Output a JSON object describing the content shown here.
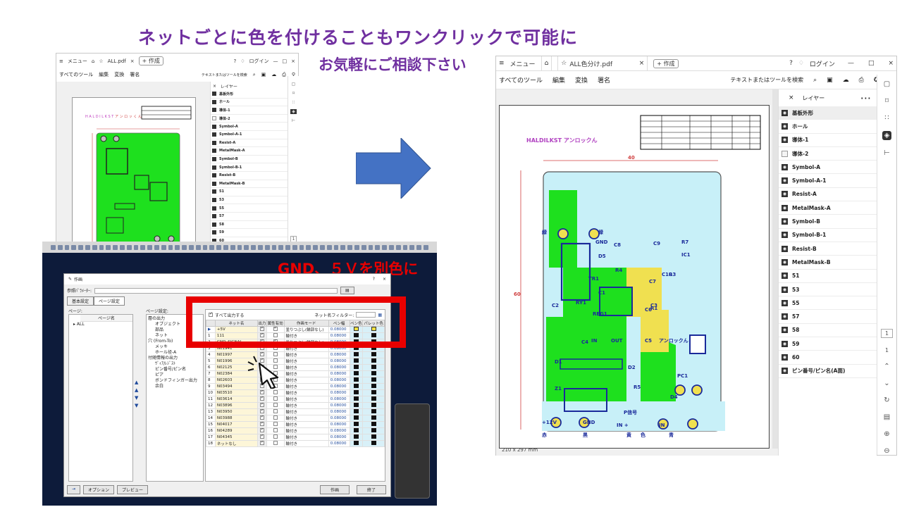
{
  "headline": "ネットごとに色を付けることもワンクリックで可能に",
  "subheadline": "お気軽にご相談下さい",
  "callout": "GND、５Ｖを別色に",
  "acrobat_small": {
    "menu": "メニュー",
    "filename": "ALL.pdf",
    "create": "作成",
    "login": "ログイン",
    "tools": [
      "すべてのツール",
      "編集",
      "変換",
      "署名"
    ],
    "search": "テキストまたはツールを検索",
    "panel_title": "レイヤー",
    "page_num": "1",
    "layers": [
      "基板外形",
      "ホール",
      "導体-1",
      "導体-2",
      "Symbol-A",
      "Symbol-A-1",
      "Resist-A",
      "MetalMask-A",
      "Symbol-B",
      "Symbol-B-1",
      "Resist-B",
      "MetalMask-B",
      "51",
      "53",
      "55",
      "57",
      "58",
      "59",
      "60"
    ]
  },
  "acrobat_big": {
    "menu": "メニュー",
    "filename": "ALL色分け.pdf",
    "create": "作成",
    "login": "ログイン",
    "tools": [
      "すべてのツール",
      "編集",
      "変換",
      "署名"
    ],
    "search": "テキストまたはツールを検索",
    "panel_title": "レイヤー",
    "page_size": "210 x 297 mm",
    "page_current": "1",
    "page_total": "1",
    "layers": [
      {
        "name": "基板外形",
        "visible": true
      },
      {
        "name": "ホール",
        "visible": true
      },
      {
        "name": "導体-1",
        "visible": true
      },
      {
        "name": "導体-2",
        "visible": false
      },
      {
        "name": "Symbol-A",
        "visible": true
      },
      {
        "name": "Symbol-A-1",
        "visible": true
      },
      {
        "name": "Resist-A",
        "visible": true
      },
      {
        "name": "MetalMask-A",
        "visible": true
      },
      {
        "name": "Symbol-B",
        "visible": true
      },
      {
        "name": "Symbol-B-1",
        "visible": true
      },
      {
        "name": "Resist-B",
        "visible": true
      },
      {
        "name": "MetalMask-B",
        "visible": true
      },
      {
        "name": "51",
        "visible": true
      },
      {
        "name": "53",
        "visible": true
      },
      {
        "name": "55",
        "visible": true
      },
      {
        "name": "57",
        "visible": true
      },
      {
        "name": "58",
        "visible": true
      },
      {
        "name": "59",
        "visible": true
      },
      {
        "name": "60",
        "visible": true
      },
      {
        "name": "ピン番号/ピン名(A面)",
        "visible": true
      }
    ],
    "pcb": {
      "silk_title": "HALDILKST アンロックん",
      "dim_width": "40",
      "dim_height": "60",
      "labels": [
        "緑",
        "緑",
        "GND",
        "赤",
        "黒",
        "黄",
        "色",
        "青",
        "+12V",
        "GND",
        "IN +",
        "IN -",
        "P信号",
        "RY1",
        "REG1",
        "IN",
        "OUT",
        "D1",
        "D2",
        "D4",
        "D5",
        "C1",
        "C2",
        "C3",
        "C4",
        "C5",
        "C6",
        "C7",
        "C8",
        "C9",
        "C10",
        "R1",
        "R3",
        "R4",
        "R5",
        "R7",
        "TR1",
        "IC1",
        "Z1",
        "PC1",
        "アンロックん"
      ]
    }
  },
  "dialog": {
    "title": "作画",
    "ref_label": "参照ﾊﾟﾗﾒｰﾀｰ:",
    "tabs": [
      "基本設定",
      "ページ設定"
    ],
    "pages_label": "ページ:",
    "page_col": "ページ名",
    "page_item": "ALL",
    "page_settings_label": "ページ設定:",
    "tree": [
      "層の出力",
      "オブジェクト",
      "部品",
      "ネット",
      "穴 (From-To)",
      "メッキ",
      "ホール径-A",
      "付随情報の出力",
      "ｳﾞｨｱ/ﾚｼﾞｽﾄ",
      "ピン番号/ピン名",
      "ピア",
      "ボンドフィンガー出力",
      "余白"
    ],
    "output_all": "すべて出力する",
    "net_filter": "ネット名フィルター:",
    "columns": [
      "",
      "ネット名",
      "出力",
      "属性有効",
      "作画モード",
      "ペン幅",
      "ペン色",
      "パレット色"
    ],
    "rows": [
      {
        "no": "",
        "net": "+5V",
        "mode": "塗りつぶし(輪郭なし)",
        "width": "0.08000",
        "pen": "yellow",
        "pal": "yellow",
        "attr": true
      },
      {
        "no": "1",
        "net": "111",
        "mode": "輪付き",
        "width": "0.08000",
        "pen": "black",
        "pal": "black",
        "attr": false
      },
      {
        "no": "2",
        "net": "GND_SIGNAL",
        "mode": "塗りつぶし(輪郭なし)",
        "width": "0.08000",
        "pen": "black",
        "pal": "black",
        "attr": true
      },
      {
        "no": "3",
        "net": "N01941",
        "mode": "輪付き",
        "width": "0.08000",
        "pen": "black",
        "pal": "black",
        "attr": false
      },
      {
        "no": "4",
        "net": "N01997",
        "mode": "輪付き",
        "width": "0.08000",
        "pen": "black",
        "pal": "black",
        "attr": false
      },
      {
        "no": "5",
        "net": "N01996",
        "mode": "輪付き",
        "width": "0.08000",
        "pen": "black",
        "pal": "black",
        "attr": false
      },
      {
        "no": "6",
        "net": "N02125",
        "mode": "輪付き",
        "width": "0.08000",
        "pen": "black",
        "pal": "black",
        "attr": false
      },
      {
        "no": "7",
        "net": "N02384",
        "mode": "輪付き",
        "width": "0.08000",
        "pen": "black",
        "pal": "black",
        "attr": false
      },
      {
        "no": "8",
        "net": "N02603",
        "mode": "輪付き",
        "width": "0.08000",
        "pen": "black",
        "pal": "black",
        "attr": false
      },
      {
        "no": "9",
        "net": "N03494",
        "mode": "輪付き",
        "width": "0.08000",
        "pen": "black",
        "pal": "black",
        "attr": false
      },
      {
        "no": "10",
        "net": "N03510",
        "mode": "輪付き",
        "width": "0.08000",
        "pen": "black",
        "pal": "black",
        "attr": false
      },
      {
        "no": "11",
        "net": "N03614",
        "mode": "輪付き",
        "width": "0.08000",
        "pen": "black",
        "pal": "black",
        "attr": false
      },
      {
        "no": "12",
        "net": "N03896",
        "mode": "輪付き",
        "width": "0.08000",
        "pen": "black",
        "pal": "black",
        "attr": false
      },
      {
        "no": "13",
        "net": "N03950",
        "mode": "輪付き",
        "width": "0.08000",
        "pen": "black",
        "pal": "black",
        "attr": false
      },
      {
        "no": "14",
        "net": "N03988",
        "mode": "輪付き",
        "width": "0.08000",
        "pen": "black",
        "pal": "black",
        "attr": false
      },
      {
        "no": "15",
        "net": "N04017",
        "mode": "輪付き",
        "width": "0.08000",
        "pen": "black",
        "pal": "black",
        "attr": false
      },
      {
        "no": "16",
        "net": "N04289",
        "mode": "輪付き",
        "width": "0.08000",
        "pen": "black",
        "pal": "black",
        "attr": false
      },
      {
        "no": "17",
        "net": "N04345",
        "mode": "輪付き",
        "width": "0.08000",
        "pen": "black",
        "pal": "black",
        "attr": false
      },
      {
        "no": "18",
        "net": "ネットなし",
        "mode": "輪付き",
        "width": "0.08000",
        "pen": "black",
        "pal": "black",
        "attr": false
      }
    ],
    "buttons": {
      "option": "オプション",
      "preview": "プレビュー",
      "draw": "作画",
      "close": "終了"
    }
  },
  "colors": {
    "accent_purple": "#7030a0",
    "callout_red": "#e80000",
    "arrow_blue": "#4472c4",
    "pcb_green": "#1ee01e",
    "pcb_cyan": "#c8f0f8",
    "pcb_yellow": "#f0e050"
  }
}
